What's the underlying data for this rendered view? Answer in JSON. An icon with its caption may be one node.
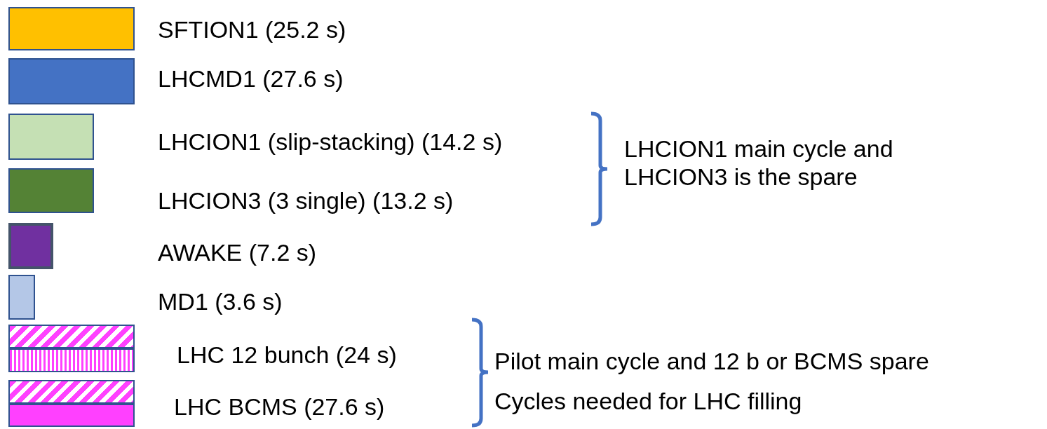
{
  "diagram": {
    "labels": [
      "LHCION1 main cycle and LHCION3 is the spare",
      "Pilot main cycle and 12 b or BCMS spare",
      "Cycles needed for LHC filling"
    ],
    "legend": [
      {
        "text": "SFTION1 (25.2 s)",
        "color": "#ffc000"
      },
      {
        "text": "LHCMD1 (27.6 s)",
        "color": "#4472c4"
      },
      {
        "text": "LHCION1 (slip-stacking) (14.2 s)",
        "color": "#c5e0b4"
      },
      {
        "text": "LHCION3 (3 single) (13.2 s)",
        "color": "#548235"
      },
      {
        "text": "AWAKE (7.2 s)",
        "color": "#7030a0"
      },
      {
        "text": "MD1 (3.6 s)",
        "color": "#b4c7e7"
      },
      {
        "text": "LHC 12 bunch (24 s)"
      },
      {
        "text": "LHC BCMS (27.6 s)"
      }
    ]
  }
}
